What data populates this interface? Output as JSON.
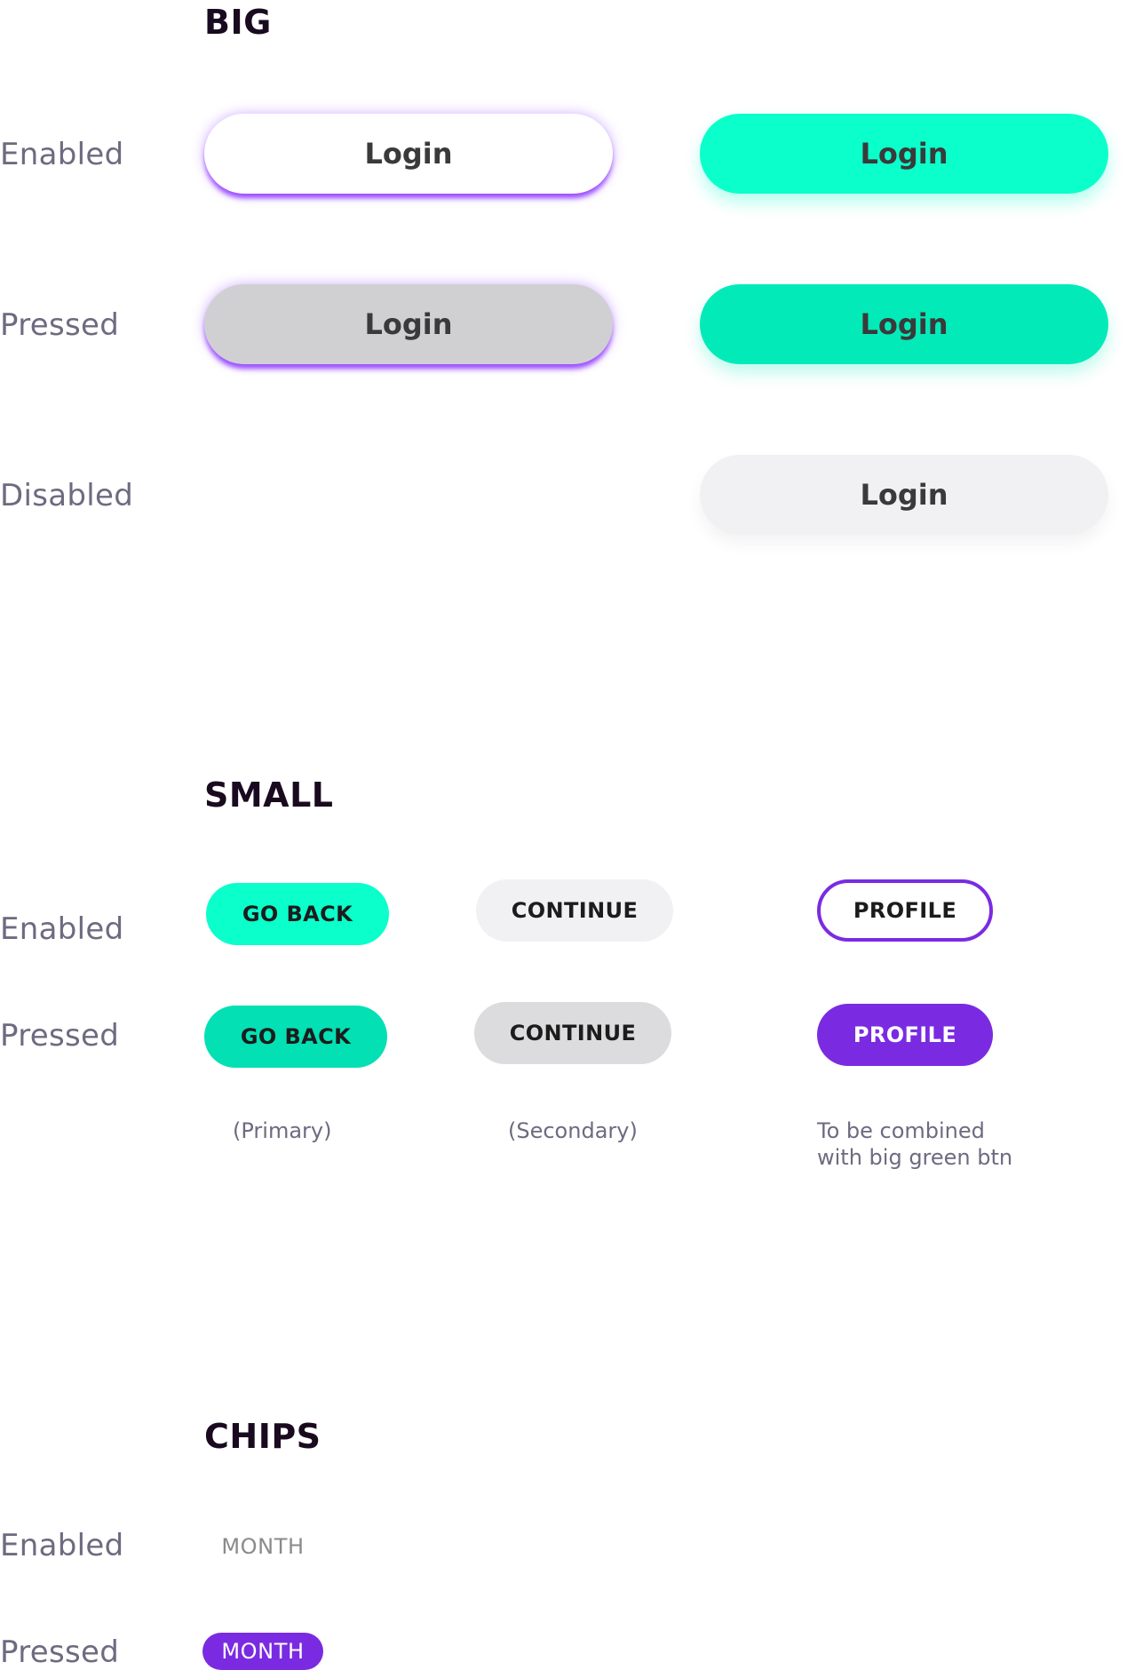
{
  "sections": {
    "big": {
      "title": "BIG",
      "rows": {
        "enabled": "Enabled",
        "pressed": "Pressed",
        "disabled": "Disabled"
      },
      "buttons": {
        "white_enabled": "Login",
        "white_pressed": "Login",
        "green_enabled": "Login",
        "green_pressed": "Login",
        "disabled": "Login"
      }
    },
    "small": {
      "title": "SMALL",
      "rows": {
        "enabled": "Enabled",
        "pressed": "Pressed"
      },
      "buttons": {
        "goback_enabled": "GO BACK",
        "goback_pressed": "GO BACK",
        "continue_enabled": "CONTINUE",
        "continue_pressed": "CONTINUE",
        "profile_enabled": "PROFILE",
        "profile_pressed": "PROFILE"
      },
      "captions": {
        "primary": "(Primary)",
        "secondary": "(Secondary)",
        "profile_line1": "To be combined",
        "profile_line2": "with big green btn"
      }
    },
    "chips": {
      "title": "CHIPS",
      "rows": {
        "enabled": "Enabled",
        "pressed": "Pressed"
      },
      "chips": {
        "enabled": "MONTH",
        "pressed": "MONTH"
      }
    }
  },
  "colors": {
    "accent_green": "#0bffcb",
    "accent_green_pressed": "#03eab9",
    "accent_purple": "#7a2be2",
    "label_gray": "#6e6a80",
    "heading": "#1a0a1f",
    "disabled_bg": "#f1f1f3"
  }
}
